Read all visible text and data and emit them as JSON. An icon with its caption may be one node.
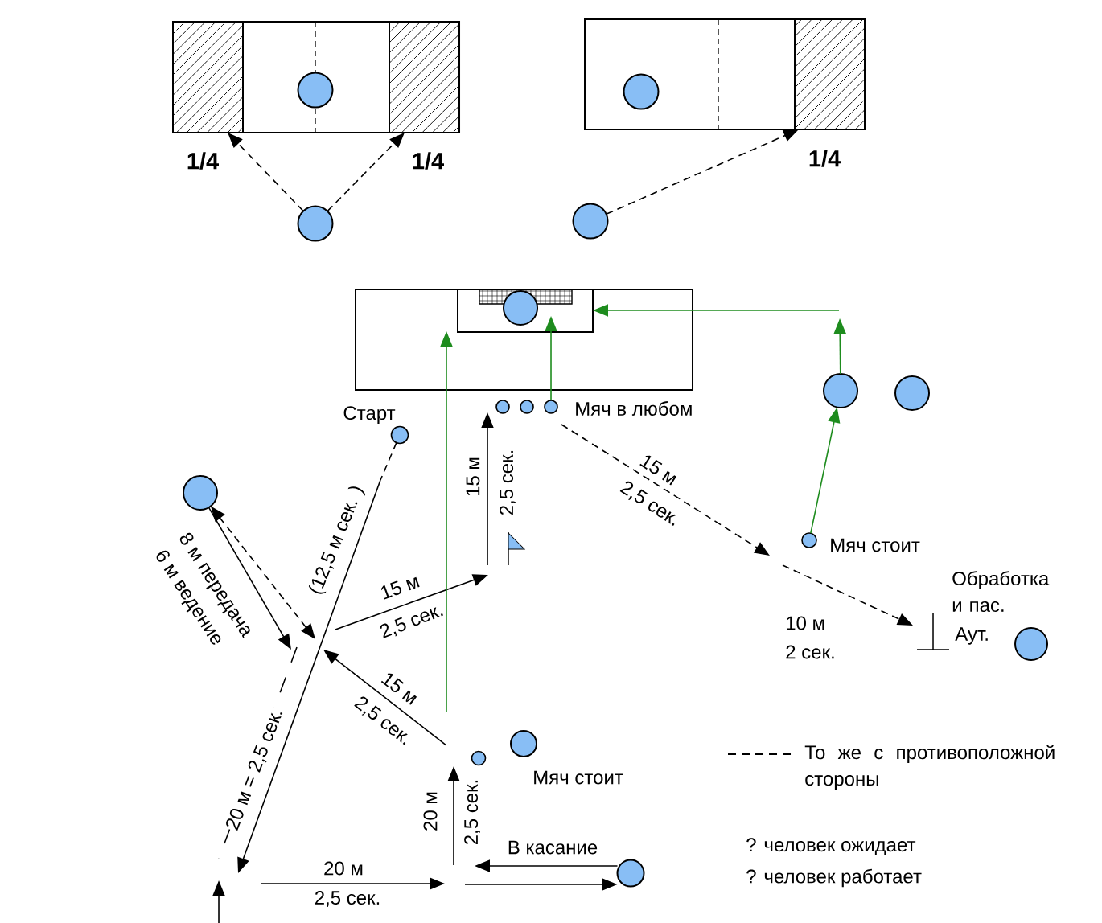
{
  "diagram": {
    "nodes": [
      {
        "text": [],
        "shape": "box"
      },
      {
        "text": [],
        "shape": "box",
        "in": 0,
        "beside": [
          "1/4"
        ]
      },
      {
        "text": [],
        "shape": "box",
        "in": 0,
        "beside": [
          "1/4"
        ]
      },
      {
        "text": [],
        "shape": "circle",
        "in": 0
      },
      {
        "text": [],
        "shape": "box"
      },
      {
        "text": [],
        "shape": "box",
        "in": 4,
        "beside": [
          "1/4"
        ]
      },
      {
        "text": [],
        "shape": "circle",
        "in": 4
      },
      {
        "text": [],
        "shape": "circle"
      },
      {
        "text": [],
        "shape": "circle"
      },
      {
        "text": [],
        "shape": "box"
      },
      {
        "text": [],
        "shape": "box",
        "in": 9
      },
      {
        "text": [],
        "shape": "box",
        "in": 10
      },
      {
        "text": [],
        "shape": "circle",
        "in": 10
      },
      {
        "text": [],
        "shape": "circle"
      },
      {
        "text": [],
        "shape": "circle"
      },
      {
        "text": [],
        "shape": "circle",
        "beside": [
          "Мяч в любом"
        ]
      },
      {
        "text": [],
        "shape": "circle"
      },
      {
        "text": [],
        "shape": "circle"
      },
      {
        "text": [],
        "shape": "circle",
        "beside": [
          "Старт"
        ]
      },
      {
        "text": [],
        "shape": "circle"
      },
      {
        "text": [],
        "shape": "circle",
        "beside": [
          "Мяч стоит"
        ]
      },
      {
        "text": [],
        "shape": "circle"
      },
      {
        "text": [],
        "shape": "circle"
      },
      {
        "text": [],
        "shape": "circle"
      },
      {
        "text": [],
        "shape": "circle"
      }
    ],
    "edges": [
      {
        "from": 7,
        "to": 1,
        "arrow": "to",
        "style": "dashed"
      },
      {
        "from": 7,
        "to": 2,
        "arrow": "to",
        "style": "dashed"
      },
      {
        "from": 8,
        "to": 5,
        "arrow": "to",
        "style": "dashed"
      },
      {
        "from": null,
        "to": 9,
        "arrow": "to",
        "color": "#1e8c1e"
      },
      {
        "from": 15,
        "to": 10,
        "arrow": "to",
        "color": "#1e8c1e"
      },
      {
        "from": 16,
        "to": null,
        "arrow": "to",
        "color": "#1e8c1e"
      },
      {
        "from": null,
        "to": 10,
        "arrow": "to",
        "color": "#1e8c1e"
      },
      {
        "from": 20,
        "to": 16,
        "arrow": "to",
        "color": "#1e8c1e"
      },
      {
        "from": 18,
        "to": null,
        "arrow": "none",
        "style": "dashed"
      },
      {
        "from": 19,
        "to": null,
        "arrow": "to"
      },
      {
        "from": null,
        "to": 19,
        "arrow": "both",
        "style": "dashed"
      },
      {
        "from": 24,
        "to": null,
        "arrow": "to",
        "label": "В касание"
      },
      {
        "from": null,
        "to": 24,
        "arrow": "to"
      },
      {
        "from": null,
        "to": 13,
        "arrow": "to"
      }
    ],
    "labels": [
      "15 м",
      "2,5 сек.",
      "15 м",
      "2,5 сек.",
      "(12,5 м сек. )",
      "8 м передача",
      "6 м ведение",
      "Обработка и пас.",
      "15 м",
      "2,5 сек.",
      "10 м",
      "Аут.",
      "2 сек.",
      "15 м",
      "2,5 сек.",
      "20 м = 2,5 сек.",
      "Мяч стоит",
      "20 м",
      "2,5 сек.",
      "? человек ожидает",
      "20 м",
      "? человек работает",
      "2,5 сек."
    ],
    "legend": [
      {
        "text": "То же с противоположной стороны"
      }
    ]
  }
}
